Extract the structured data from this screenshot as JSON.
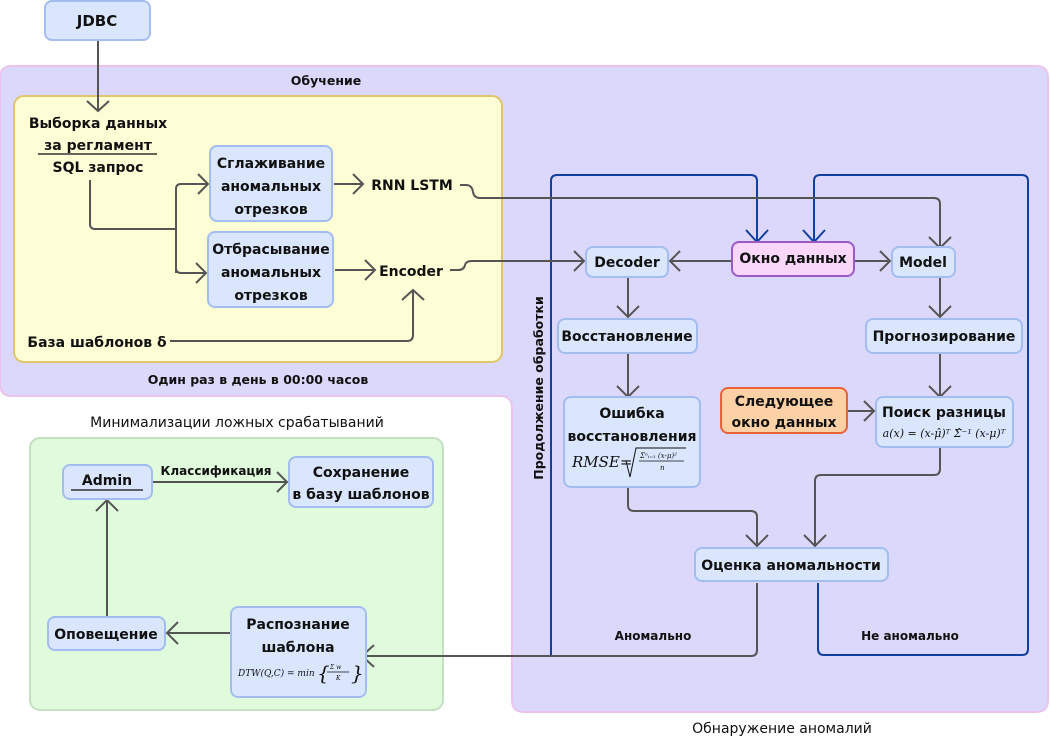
{
  "regions": {
    "training": "Обучение",
    "training_schedule": "Один раз в день в 00:00 часов",
    "false_positive_minimization": "Минимализации ложных срабатываний",
    "anomaly_detection": "Обнаружение аномалий",
    "continue_processing": "Продолжение обработки"
  },
  "nodes": {
    "jdbc": "JDBC",
    "data_fetch_line1": "Выборка данных",
    "data_fetch_line2": "за регламент",
    "data_fetch_line3": "SQL запрос",
    "smoothing_line1": "Сглаживание",
    "smoothing_line2": "аномальных",
    "smoothing_line3": "отрезков",
    "rnn_lstm": "RNN LSTM",
    "discard_line1": "Отбрасывание",
    "discard_line2": "аномальных",
    "discard_line3": "отрезков",
    "encoder": "Encoder",
    "template_base": "База шаблонов δ",
    "decoder": "Decoder",
    "data_window": "Окно данных",
    "model": "Model",
    "restoration": "Восстановление",
    "forecasting": "Прогнозирование",
    "restoration_error_line1": "Ошибка",
    "restoration_error_line2": "восстановления",
    "restoration_error_formula": "RMSE=√(Σⁿᵢ₌₁(x-μ)²/n)",
    "next_window_line1": "Следующее",
    "next_window_line2": "окно данных",
    "diff_search": "Поиск разницы",
    "diff_search_formula": "a(x) = (x-μ̂)ᵀ Σ̂⁻¹ (x-μ)ᵀ",
    "anomaly_score": "Оценка аномальности",
    "admin": "Admin",
    "save_line1": "Сохранение",
    "save_line2": "в базу шаблонов",
    "notification": "Оповещение",
    "recognition_line1": "Распознание",
    "recognition_line2": "шаблона",
    "recognition_formula": "DTW(Q,C) = min {Σ w / K}"
  },
  "edge_labels": {
    "classification": "Классификация",
    "anomalous": "Аномально",
    "not_anomalous": "Не аномально"
  },
  "colors": {
    "region_purple": "#dcd8fb",
    "region_yellow": "#fdfdd6",
    "region_green": "#e0fbdc",
    "node_blue": "#d9e6fd",
    "node_pink": "#f8d7fb",
    "node_orange": "#fcd1a6",
    "loop_blue": "#1140a0",
    "edge_gray": "#555555"
  }
}
